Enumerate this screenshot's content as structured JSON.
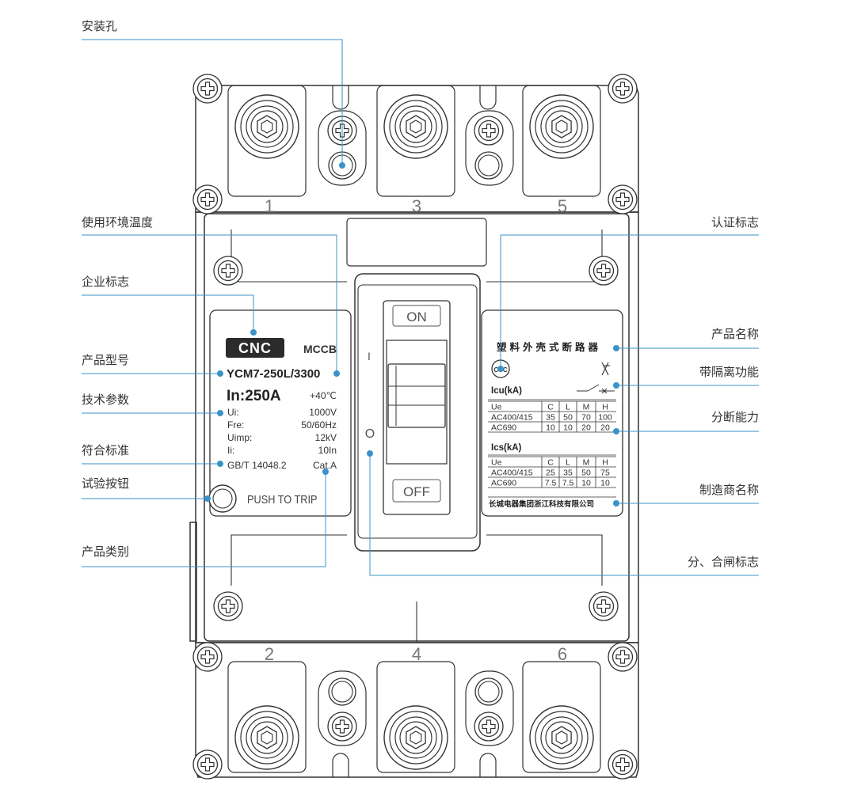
{
  "colors": {
    "leader": "#3a93c8",
    "outline": "#333333",
    "panel": "#ffffff"
  },
  "callouts": {
    "mounting_hole": "安装孔",
    "ambient_temp": "使用环境温度",
    "company_logo": "企业标志",
    "model": "产品型号",
    "tech_params": "技术参数",
    "standard": "符合标准",
    "test_button": "试验按钮",
    "category": "产品类别",
    "certification": "认证标志",
    "product_name": "产品名称",
    "isolation": "带隔离功能",
    "breaking_capacity": "分断能力",
    "manufacturer": "制造商名称",
    "on_off_mark": "分、合闸标志"
  },
  "terminals": {
    "t1": "1",
    "t3": "3",
    "t5": "5",
    "t2": "2",
    "t4": "4",
    "t6": "6"
  },
  "left_label": {
    "brand": "CNC",
    "series": "MCCB",
    "model": "YCM7-250L/3300",
    "rating": "In:250A",
    "temp": "+40℃",
    "params": [
      {
        "k": "Ui:",
        "v": "1000V"
      },
      {
        "k": "Fre:",
        "v": "50/60Hz"
      },
      {
        "k": "Uimp:",
        "v": "12kV"
      },
      {
        "k": "Ii:",
        "v": "10In"
      }
    ],
    "standard": "GB/T 14048.2",
    "category": "Cat.A",
    "push_to_trip": "PUSH TO TRIP"
  },
  "handle": {
    "on": "ON",
    "off": "OFF",
    "mark_on": "I",
    "mark_off": "O"
  },
  "right_label": {
    "name": "塑料外壳式断路器",
    "ccc": "CCC",
    "icu_title": "Icu(kA)",
    "ics_title": "Ics(kA)",
    "headers": [
      "Ue",
      "C",
      "L",
      "M",
      "H"
    ],
    "icu_rows": [
      [
        "AC400/415",
        "35",
        "50",
        "70",
        "100"
      ],
      [
        "AC690",
        "10",
        "10",
        "20",
        "20"
      ]
    ],
    "ics_rows": [
      [
        "AC400/415",
        "25",
        "35",
        "50",
        "75"
      ],
      [
        "AC690",
        "7.5",
        "7.5",
        "10",
        "10"
      ]
    ],
    "manufacturer": "长城电器集团浙江科技有限公司"
  }
}
